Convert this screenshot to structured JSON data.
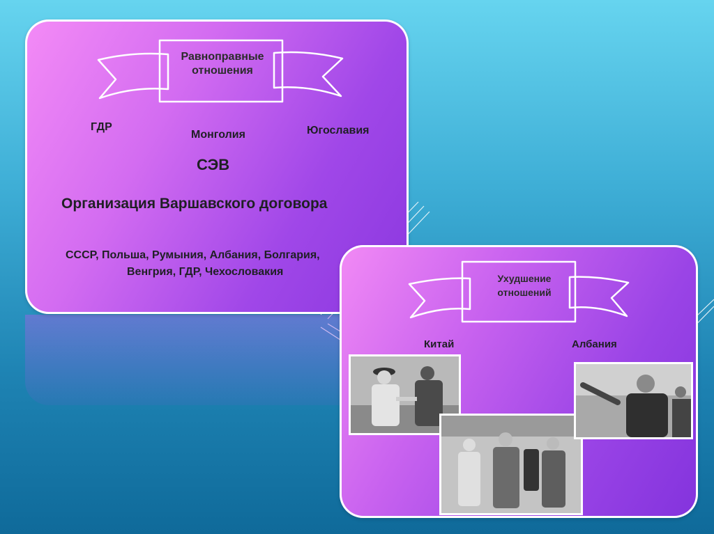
{
  "slide1": {
    "ribbon_line1": "Равноправные",
    "ribbon_line2": "отношения",
    "country_left": "ГДР",
    "country_center": "Монголия",
    "country_right": "Югославия",
    "org1": "СЭВ",
    "org2": "Организация Варшавского договора",
    "members_line1": "СССР, Польша, Румыния, Албания, Болгария,",
    "members_line2": "Венгрия, ГДР, Чехословакия"
  },
  "slide2": {
    "ribbon_line1": "Ухудшение",
    "ribbon_line2": "отношений",
    "country_left": "Китай",
    "country_right": "Албания"
  },
  "colors": {
    "background_top": "#66d4ef",
    "background_bottom": "#0f6a9a",
    "card_pink": "#f48bf6",
    "card_violet": "#8a37df"
  }
}
